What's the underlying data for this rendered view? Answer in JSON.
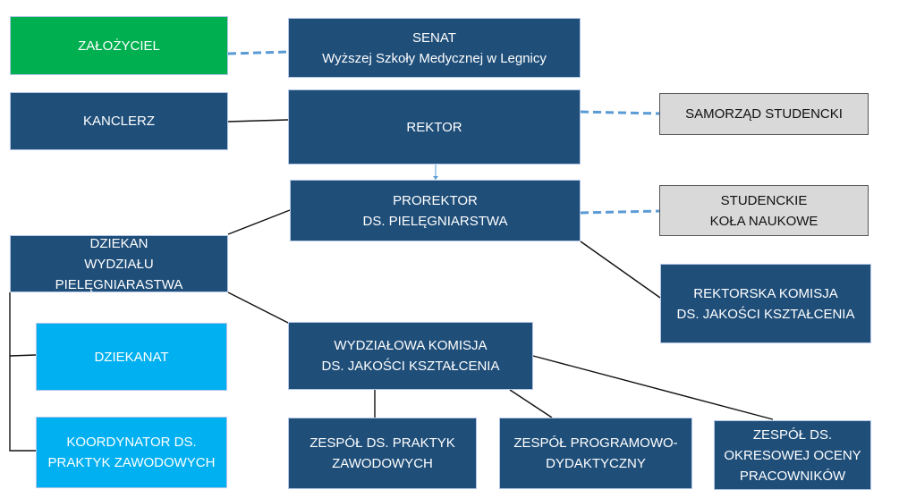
{
  "colors": {
    "navy": "#1f4e79",
    "founder": "#00b050",
    "dean_units": "#00b0f0",
    "student_bodies": "#d9d9d9",
    "dashed_link": "#5b9bd5"
  },
  "nodes": {
    "zalozyciel": "ZAŁOŻYCIEL",
    "senat": "SENAT\nWyższej Szkoły Medycznej w Legnicy",
    "kanclerz": "KANCLERZ",
    "rektor": "REKTOR",
    "samorzad": "SAMORZĄD STUDENCKI",
    "prorektor": "PROREKTOR\nDS. PIELĘGNIARSTWA",
    "kola": "STUDENCKIE\nKOŁA NAUKOWE",
    "dziekan": "DZIEKAN\nWYDZIAŁU\nPIELĘGNIARASTWA",
    "rektorska_komisja": "REKTORSKA KOMISJA\nDS. JAKOŚCI KSZTAŁCENIA",
    "dziekanat": "DZIEKANAT",
    "wydzialowa_komisja": "WYDZIAŁOWA KOMISJA\nDS. JAKOŚCI KSZTAŁCENIA",
    "koordynator": "KOORDYNATOR DS.\nPRAKTYK ZAWODOWYCH",
    "zespol_praktyk": "ZESPÓŁ DS. PRAKTYK\nZAWODOWYCH",
    "zespol_programowy": "ZESPÓŁ PROGRAMOWO-\nDYDAKTYCZNY",
    "zespol_oceny": "ZESPÓŁ DS.\nOKRESOWEJ OCENY\nPRACOWNIKÓW"
  }
}
